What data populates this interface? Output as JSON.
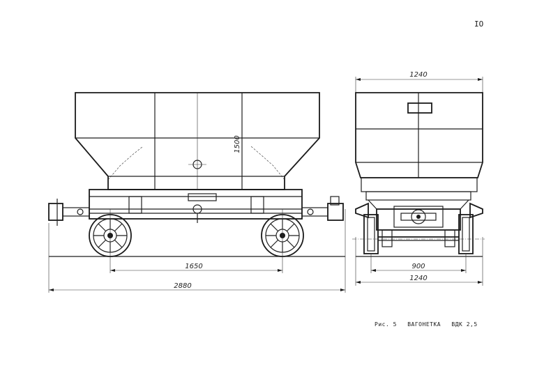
{
  "page_number": "IO",
  "caption": {
    "figure_label": "Рис. 5",
    "title": "ВАГОНЕТКА",
    "model": "ВДК 2,5"
  },
  "dimensions": {
    "side_height": "1500",
    "side_wheelbase": "1650",
    "side_total_length": "2880",
    "front_top_width": "1240",
    "front_track_gauge": "900",
    "front_bottom_width": "1240"
  }
}
